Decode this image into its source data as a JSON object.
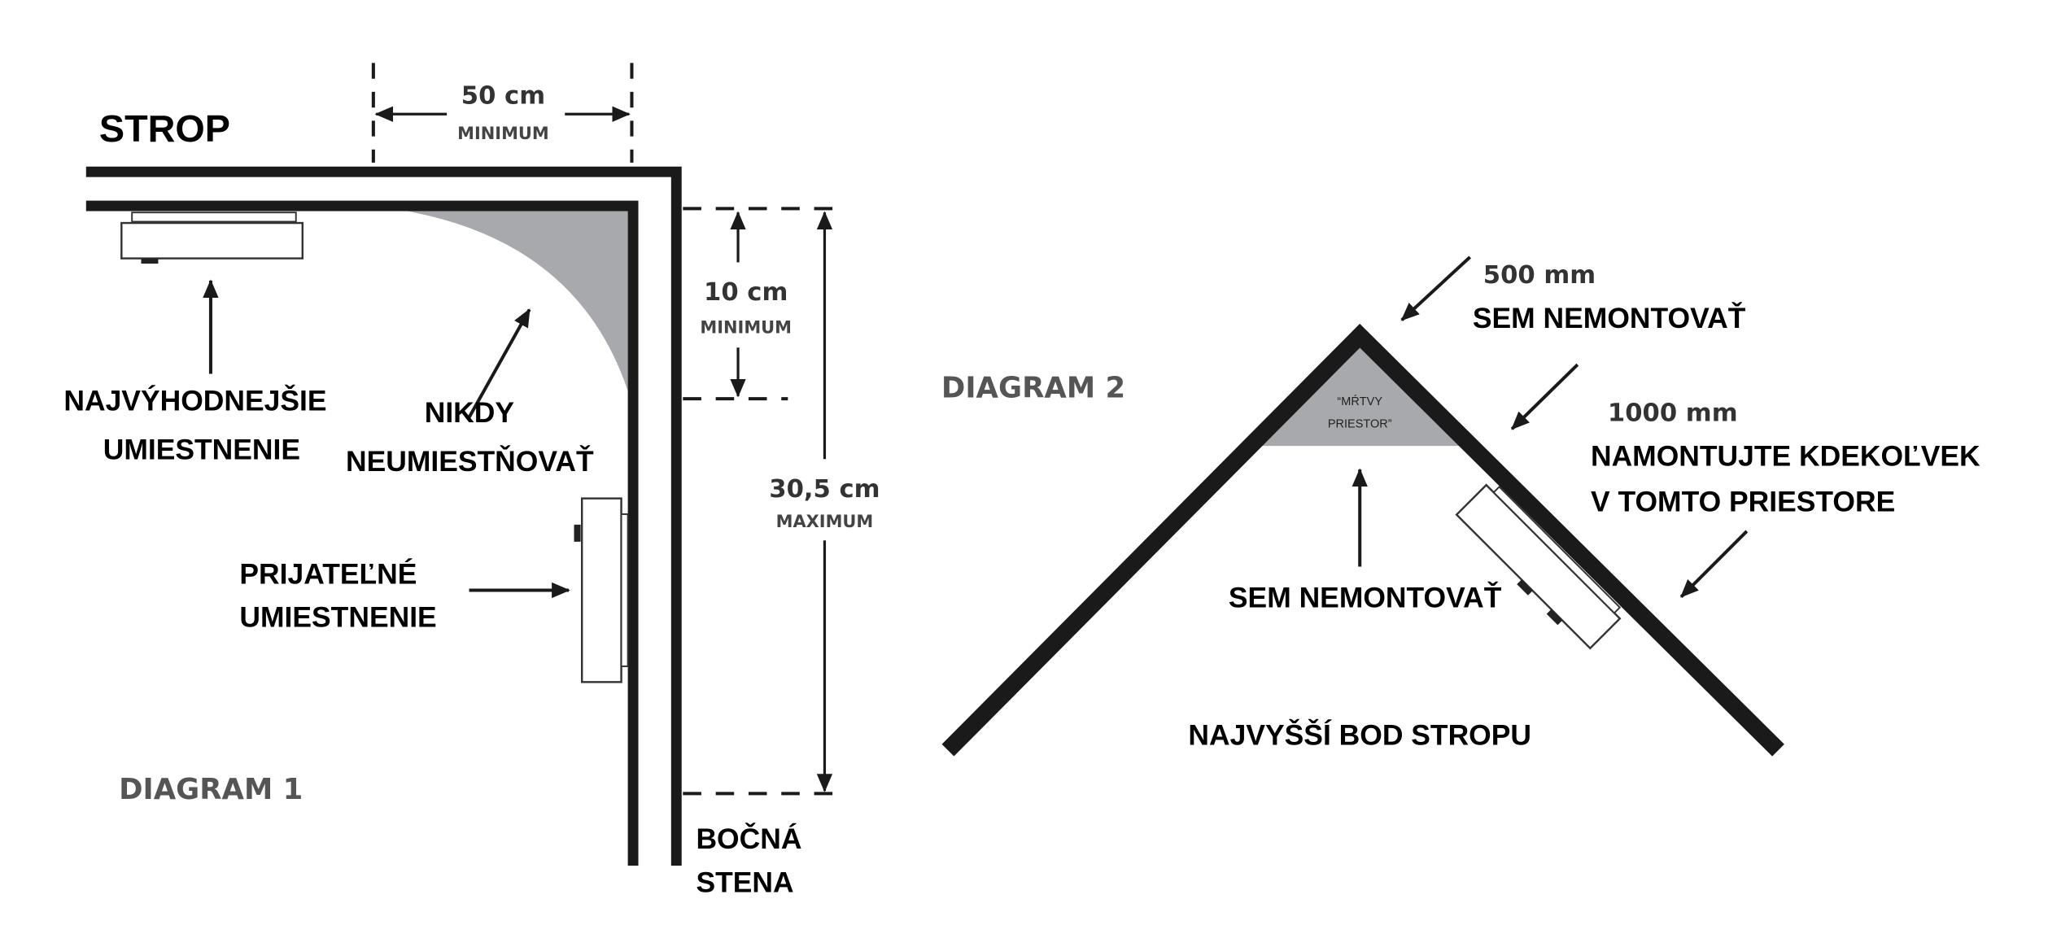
{
  "diagram1": {
    "title": "DIAGRAM 1",
    "ceiling_label": "STROP",
    "wall_label_1": "BOČNÁ",
    "wall_label_2": "STENA",
    "dim_horizontal": {
      "value": "50 cm",
      "qualifier": "MINIMUM"
    },
    "dim_small": {
      "value": "10 cm",
      "qualifier": "MINIMUM"
    },
    "dim_large": {
      "value": "30,5 cm",
      "qualifier": "MAXIMUM"
    },
    "best_label_1": "NAJVÝHODNEJŠIE",
    "best_label_2": "UMIESTNENIE",
    "never_label_1": "NIKDY",
    "never_label_2": "NEUMIESTŇOVAŤ",
    "acceptable_label_1": "PRIJATEĽNÉ",
    "acceptable_label_2": "UMIESTNENIE"
  },
  "diagram2": {
    "title": "DIAGRAM 2",
    "dead_space_1": "“MŔTVY",
    "dead_space_2": "PRIESTOR”",
    "top_distance": "500 mm",
    "top_warning": "SEM NEMONTOVAŤ",
    "side_distance": "1000 mm",
    "mount_label_1": "NAMONTUJTE KDEKOĽVEK",
    "mount_label_2": "V TOMTO PRIESTORE",
    "inner_warning": "SEM NEMONTOVAŤ",
    "peak_label": "NAJVYŠŠÍ BOD STROPU"
  },
  "colors": {
    "line": "#1a1a1a",
    "dead_zone": "#a7a9ac",
    "diagram_title": "#555555"
  }
}
